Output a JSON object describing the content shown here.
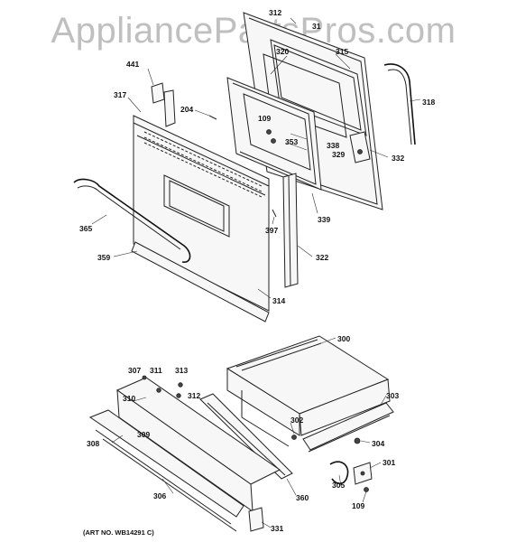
{
  "watermark": "AppliancePartsPros.com",
  "art_number": "(ART NO. WB14291 C)",
  "callouts": {
    "p312_top": "312",
    "p31": "31",
    "p320": "320",
    "p315": "315",
    "p441": "441",
    "p318": "318",
    "p317": "317",
    "p204": "204",
    "p109_top": "109",
    "p353": "353",
    "p338": "338",
    "p329": "329",
    "p332": "332",
    "p339": "339",
    "p365": "365",
    "p397": "397",
    "p322": "322",
    "p359": "359",
    "p314": "314",
    "p300": "300",
    "p307": "307",
    "p311": "311",
    "p313": "313",
    "p312_bottom": "312",
    "p303": "303",
    "p310": "310",
    "p302": "302",
    "p309": "309",
    "p308": "308",
    "p304": "304",
    "p305": "305",
    "p301": "301",
    "p306": "306",
    "p360": "360",
    "p109_bottom": "109",
    "p331": "331"
  }
}
